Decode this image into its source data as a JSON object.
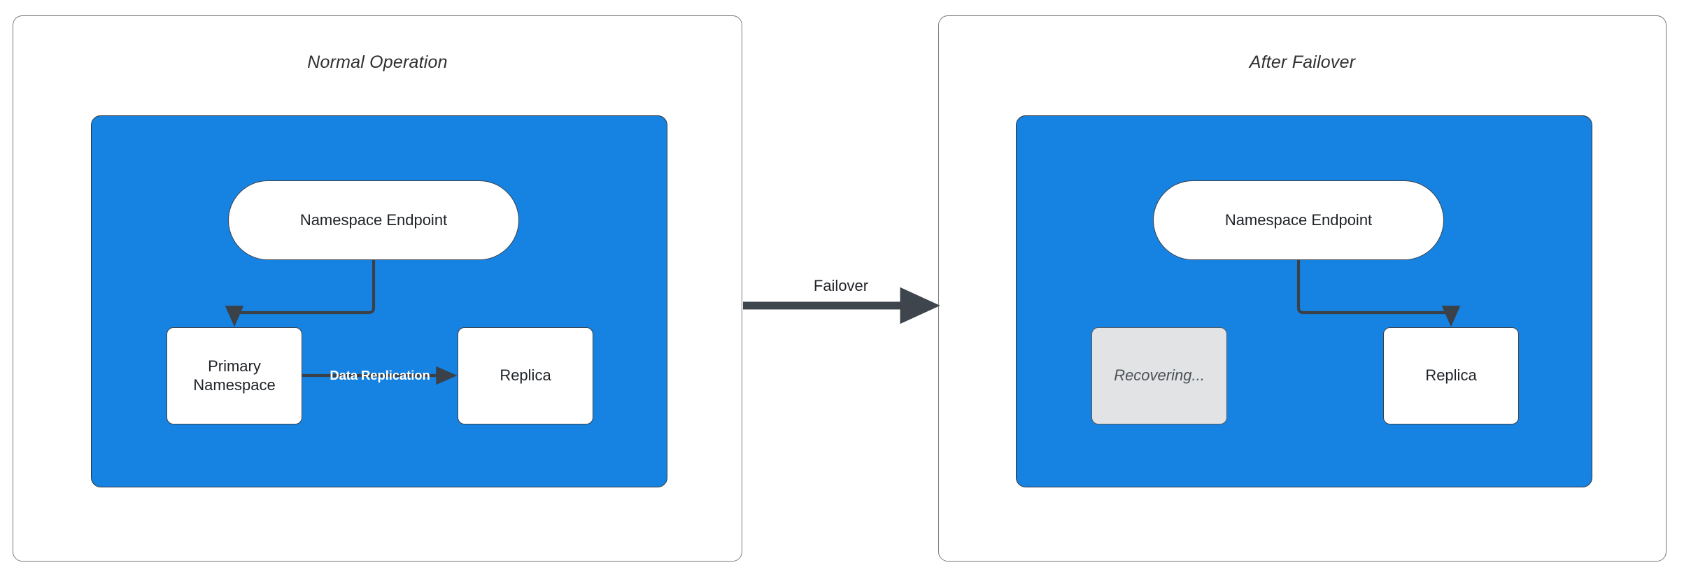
{
  "diagram": {
    "title_left": "Normal Operation",
    "title_right": "After Failover",
    "transition_label": "Failover",
    "replication_label": "Data Replication",
    "colors": {
      "region_blue": "#1683e2",
      "stroke_dark": "#3a4149",
      "panel_border": "#7a7a7a",
      "node_white": "#ffffff",
      "node_muted": "#e1e3e5",
      "muted_text": "#4d5156",
      "label_white": "#ffffff"
    },
    "panels": [
      {
        "id": "normal-operation",
        "title": "Normal Operation",
        "nodes": [
          {
            "id": "endpoint",
            "label": "Namespace Endpoint",
            "shape": "stadium",
            "state": "active"
          },
          {
            "id": "primary",
            "label": "Primary\nNamespace",
            "line1": "Primary",
            "line2": "Namespace",
            "shape": "rounded-rect",
            "state": "active"
          },
          {
            "id": "replica",
            "label": "Replica",
            "shape": "rounded-rect",
            "state": "active"
          }
        ],
        "edges": [
          {
            "from": "endpoint",
            "to": "primary",
            "label": "",
            "style": "elbow-arrow"
          },
          {
            "from": "primary",
            "to": "replica",
            "label": "Data Replication",
            "style": "straight-arrow"
          }
        ]
      },
      {
        "id": "after-failover",
        "title": "After Failover",
        "nodes": [
          {
            "id": "endpoint2",
            "label": "Namespace Endpoint",
            "shape": "stadium",
            "state": "active"
          },
          {
            "id": "recovering",
            "label": "Recovering...",
            "shape": "rounded-rect",
            "state": "recovering"
          },
          {
            "id": "replica2",
            "label": "Replica",
            "shape": "rounded-rect",
            "state": "active"
          }
        ],
        "edges": [
          {
            "from": "endpoint2",
            "to": "replica2",
            "label": "",
            "style": "elbow-arrow"
          }
        ]
      }
    ]
  }
}
